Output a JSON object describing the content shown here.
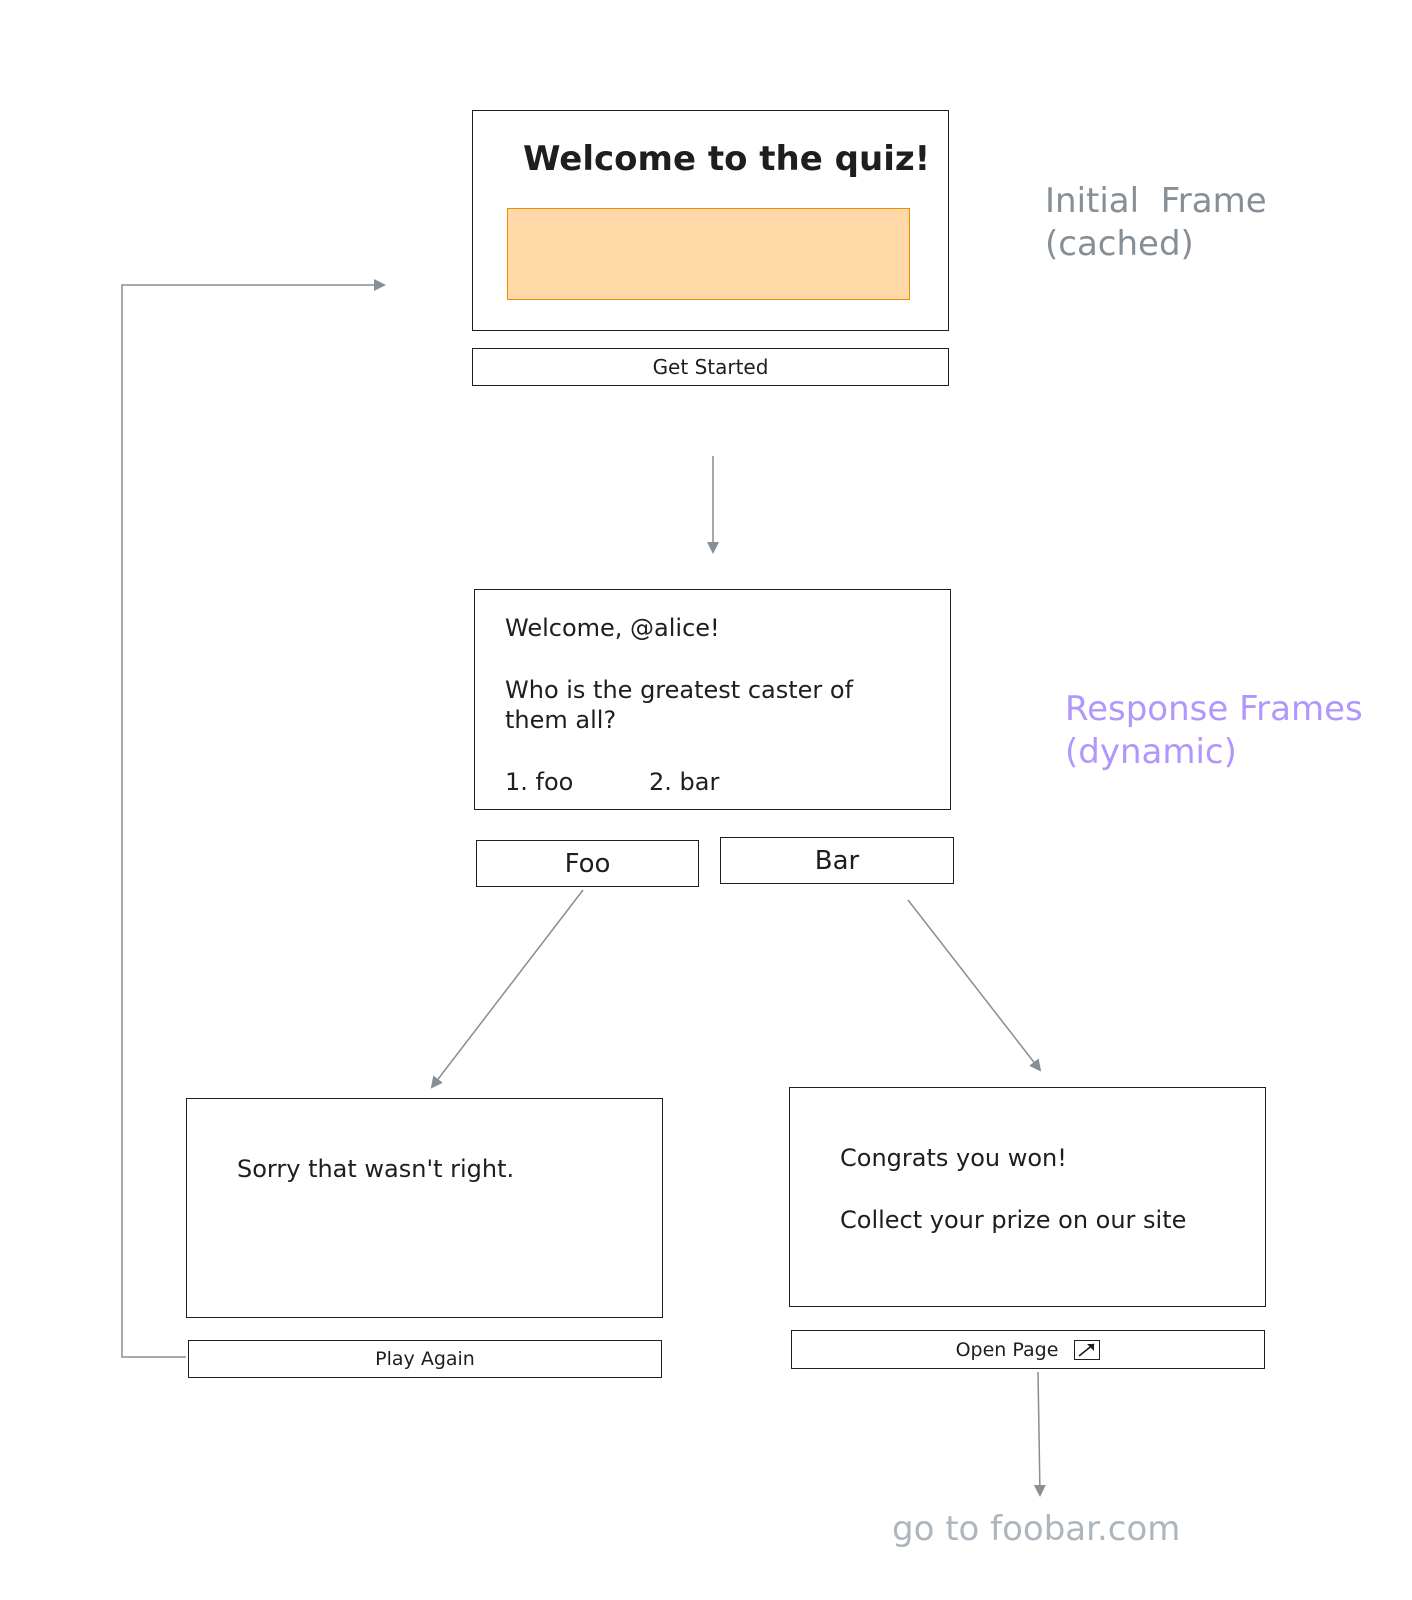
{
  "colors": {
    "ink": "#1e1e1e",
    "arrow": "#868e96",
    "note_gray": "#868e96",
    "note_purple": "#b197fc",
    "image_fill": "#ffd8a8",
    "image_border": "#f08c00"
  },
  "initial_frame": {
    "title": "Welcome to the quiz!",
    "button_label": "Get Started"
  },
  "question_frame": {
    "greeting": "Welcome, @alice!",
    "question_line1": "Who is the greatest caster of",
    "question_line2": "them all?",
    "option1": "1. foo",
    "option2": "2. bar",
    "button_foo": "Foo",
    "button_bar": "Bar"
  },
  "wrong_frame": {
    "message": "Sorry that wasn't right.",
    "button_label": "Play Again"
  },
  "win_frame": {
    "line1": "Congrats you won!",
    "line2": "Collect your prize on our site",
    "button_label": "Open Page",
    "button_icon": "external-link-icon"
  },
  "notes": {
    "initial_line1": "Initial  Frame",
    "initial_line2": "(cached)",
    "response_line1": "Response Frames",
    "response_line2": "(dynamic)",
    "destination": "go to foobar.com"
  }
}
